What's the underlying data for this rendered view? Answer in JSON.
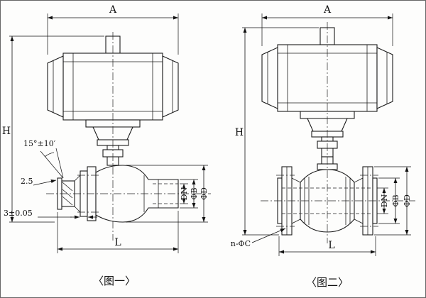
{
  "figure1": {
    "caption": "〈图一〉",
    "dim_A": "A",
    "dim_H": "H",
    "dim_L": "L",
    "dim_angle": "15°±10′",
    "dim_chamfer": "2.5",
    "dim_gap": "3±0.05",
    "dim_bore": "DN",
    "dim_phi_b": "ΦB",
    "dim_phi_d": "ΦD"
  },
  "figure2": {
    "caption": "〈图二〉",
    "dim_A": "A",
    "dim_H": "H",
    "dim_L": "L",
    "dim_bolt_holes": "n-ΦC",
    "dim_bore": "DN",
    "dim_phi_b": "ΦB",
    "dim_phi_d": "ΦD"
  }
}
